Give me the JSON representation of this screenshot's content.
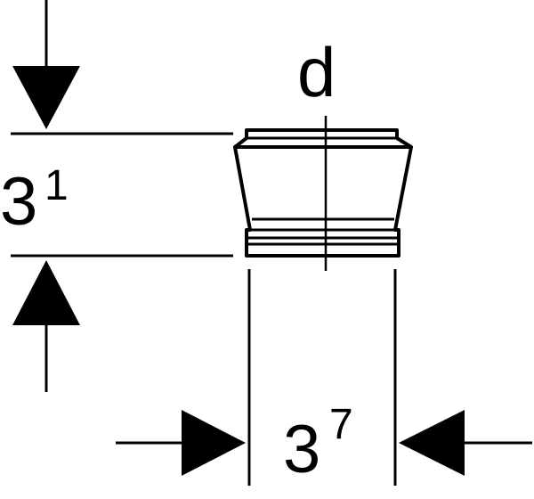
{
  "diagram": {
    "diameter_label": "d",
    "height_dimension": {
      "value": "3",
      "superscript": "1"
    },
    "width_dimension": {
      "value": "3",
      "superscript": "7"
    },
    "colors": {
      "ink": "#000000",
      "background": "#ffffff"
    }
  }
}
